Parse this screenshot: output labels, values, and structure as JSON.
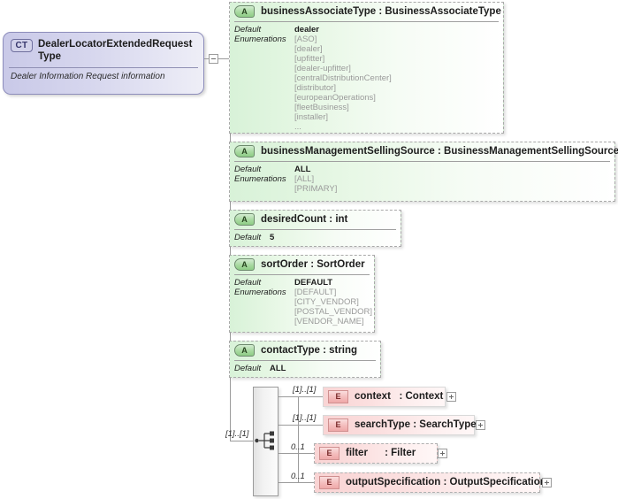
{
  "diagram": {
    "type": "xsd-schema-diagram",
    "root": {
      "badge": "CT",
      "name": "DealerLocatorExtendedRequestType",
      "documentation": "Dealer Information Request information",
      "toggle": "collapse-minus"
    },
    "attributes": [
      {
        "badge": "A",
        "title": "businessAssociateType : BusinessAssociateType",
        "rows": [
          {
            "label": "Default",
            "value": "dealer",
            "bold": true
          },
          {
            "label": "Enumerations",
            "value": "[ASO]"
          },
          {
            "label": "",
            "value": "[dealer]"
          },
          {
            "label": "",
            "value": "[upfitter]"
          },
          {
            "label": "",
            "value": "[dealer-upfitter]"
          },
          {
            "label": "",
            "value": "[centralDistributionCenter]"
          },
          {
            "label": "",
            "value": "[distributor]"
          },
          {
            "label": "",
            "value": "[europeanOperations]"
          },
          {
            "label": "",
            "value": "[fleetBusiness]"
          },
          {
            "label": "",
            "value": "[installer]"
          },
          {
            "label": "",
            "value": "..."
          }
        ]
      },
      {
        "badge": "A",
        "title": "businessManagementSellingSource : BusinessManagementSellingSource",
        "rows": [
          {
            "label": "Default",
            "value": "ALL",
            "bold": true
          },
          {
            "label": "Enumerations",
            "value": "[ALL]"
          },
          {
            "label": "",
            "value": "[PRIMARY]"
          }
        ]
      },
      {
        "badge": "A",
        "title": "desiredCount : int",
        "rows": [
          {
            "label": "Default",
            "value": "5",
            "bold": true
          }
        ]
      },
      {
        "badge": "A",
        "title": "sortOrder : SortOrder",
        "rows": [
          {
            "label": "Default",
            "value": "DEFAULT",
            "bold": true
          },
          {
            "label": "Enumerations",
            "value": "[DEFAULT]"
          },
          {
            "label": "",
            "value": "[CITY_VENDOR]"
          },
          {
            "label": "",
            "value": "[POSTAL_VENDOR]"
          },
          {
            "label": "",
            "value": "[VENDOR_NAME]"
          }
        ]
      },
      {
        "badge": "A",
        "title": "contactType : string",
        "rows": [
          {
            "label": "Default",
            "value": "ALL",
            "bold": true
          }
        ]
      }
    ],
    "sequence": {
      "name": "sequence-compositor",
      "cardinality": "[1]..[1]"
    },
    "elements": [
      {
        "badge": "E",
        "title": "context   : Context",
        "cardinality": "[1]..[1]",
        "optional": false,
        "toggle": "expand-plus"
      },
      {
        "badge": "E",
        "title": "searchType : SearchType",
        "cardinality": "[1]..[1]",
        "optional": false,
        "toggle": "expand-plus"
      },
      {
        "badge": "E",
        "title": "filter      : Filter",
        "cardinality": "0..1",
        "optional": true,
        "toggle": "expand-plus"
      },
      {
        "badge": "E",
        "title": "outputSpecification : OutputSpecification",
        "cardinality": "0..1",
        "optional": true,
        "toggle": "expand-plus"
      }
    ],
    "colors": {
      "complex_type_fill": "#d2d2ea",
      "attribute_fill": "#d8f2d8",
      "element_fill": "#f9d4d4",
      "connector_line": "#9b9b9b",
      "background": "#ffffff"
    }
  }
}
